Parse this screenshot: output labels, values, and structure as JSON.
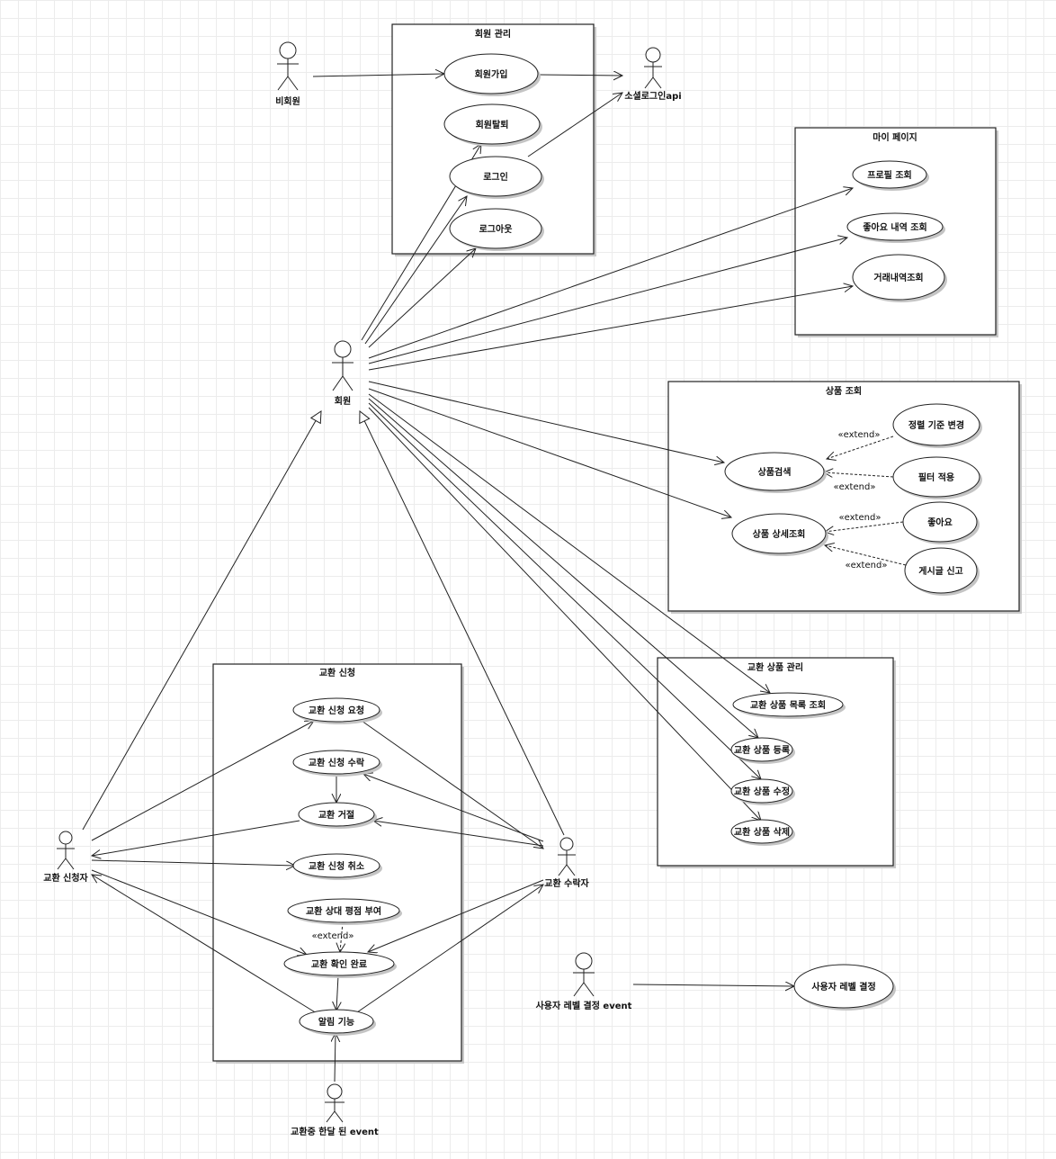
{
  "boxes": {
    "member_mgmt": "회원 관리",
    "my_page": "마이 페이지",
    "product_view": "상품 조회",
    "exchange_product_mgmt": "교환 상품 관리",
    "exchange_request": "교환 신청"
  },
  "actors": {
    "non_member": "비회원",
    "social_login_api": "소셜로그인api",
    "member": "회원",
    "requester": "교환 신청자",
    "acceptor": "교환 수락자",
    "level_event": "사용자 레벨 결정 event",
    "month_event": "교환중 한달 된 event"
  },
  "usecases": {
    "signup": "회원가입",
    "withdraw": "회원탈퇴",
    "login": "로그인",
    "logout": "로그아웃",
    "profile": "프로필 조회",
    "likes_history": "좋아요 내역 조회",
    "trade_history": "거래내역조회",
    "product_search": "상품검색",
    "sort_change": "정렬 기준 변경",
    "filter_apply": "필터 적용",
    "product_detail": "상품 상세조회",
    "like": "좋아요",
    "report_post": "게시글 신고",
    "product_list": "교환 상품 목록 조회",
    "product_register": "교환 상품 등록",
    "product_edit": "교환 상품 수정",
    "product_delete": "교환 상품 삭제",
    "req_request": "교환 신청 요청",
    "req_accept": "교환 신청 수락",
    "req_reject": "교환 거절",
    "req_cancel": "교환 신청 취소",
    "rate_partner": "교환 상대 평점 부여",
    "confirm_complete": "교환 확인 완료",
    "notify": "알림 기능",
    "user_level": "사용자 레벨 결정"
  },
  "extend_label": "«extend»"
}
